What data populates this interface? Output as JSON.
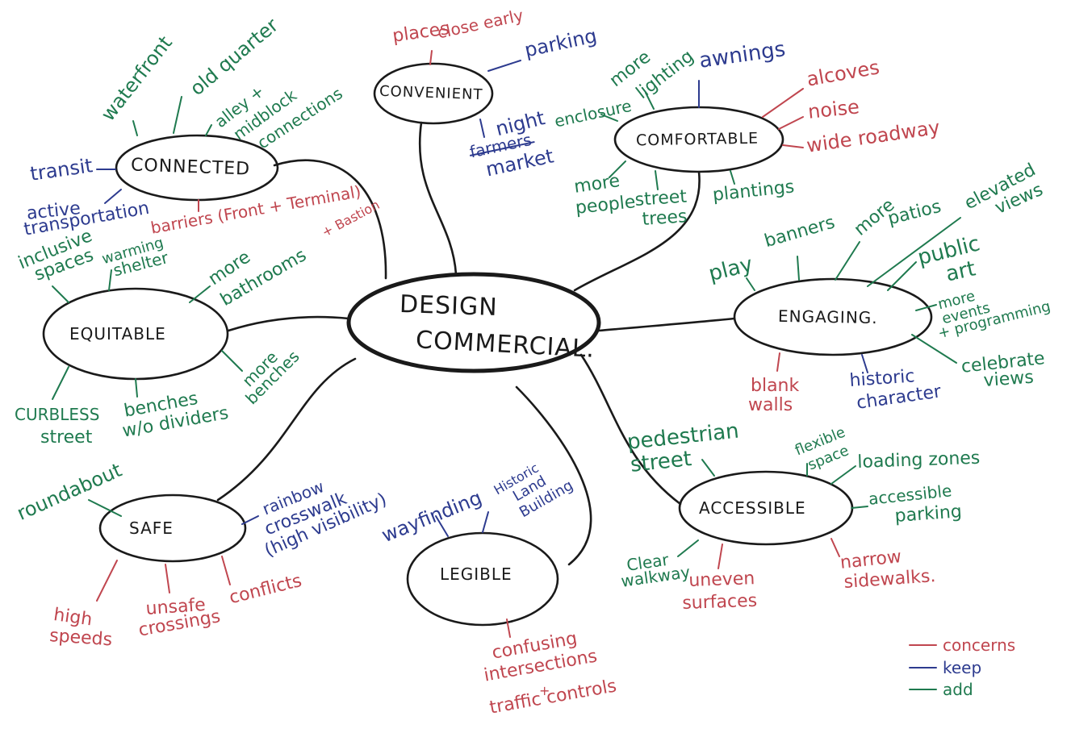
{
  "central": {
    "line1": "DESIGN",
    "line2": "COMMERCIAL."
  },
  "nodes": {
    "convenient": "CONVENIENT",
    "connected": "CONNECTED",
    "comfortable": "COMFORTABLE",
    "equitable": "EQUITABLE",
    "engaging": "ENGAGING.",
    "safe": "SAFE",
    "legible": "LEGIBLE",
    "accessible": "ACCESSIBLE"
  },
  "convenient_items": {
    "places": "places",
    "close_early": "close early",
    "parking": "parking",
    "night": "night",
    "farmers": "farmers",
    "market": "market"
  },
  "connected_items": {
    "waterfront": "waterfront",
    "old_quarter": "old quarter",
    "alley": "alley +",
    "midblock": "midblock",
    "connections": "connections",
    "transit": "transit",
    "active": "active",
    "transportation": "transportation",
    "barriers": "barriers (Front + Terminal)",
    "bastion": "+ Bastion"
  },
  "comfortable_items": {
    "more_lighting_1": "more",
    "more_lighting_2": "lighting",
    "awnings": "awnings",
    "alcoves": "alcoves",
    "noise": "noise",
    "wide_roadway": "wide roadway",
    "enclosure": "enclosure",
    "more_people_1": "more",
    "more_people_2": "people",
    "street_trees_1": "street",
    "street_trees_2": "trees",
    "plantings": "plantings"
  },
  "equitable_items": {
    "inclusive_1": "inclusive",
    "inclusive_2": "spaces",
    "warming_1": "warming",
    "warming_2": "shelter",
    "bathrooms_1": "more",
    "bathrooms_2": "bathrooms",
    "curbless_1": "CURBLESS",
    "curbless_2": "street",
    "benches_1": "benches",
    "benches_2": "w/o dividers",
    "more_benches_1": "more",
    "more_benches_2": "benches"
  },
  "engaging_items": {
    "play": "play",
    "banners": "banners",
    "more_patios_1": "more",
    "more_patios_2": "patios",
    "elevated_1": "elevated",
    "elevated_2": "views",
    "public_art_1": "public",
    "public_art_2": "art",
    "events_1": "more",
    "events_2": "events",
    "events_3": "+ programming",
    "celebrate_1": "celebrate",
    "celebrate_2": "views",
    "blank_1": "blank",
    "blank_2": "walls",
    "historic_1": "historic",
    "historic_2": "character"
  },
  "accessible_items": {
    "pedestrian_1": "pedestrian",
    "pedestrian_2": "street",
    "flexible_1": "flexible",
    "flexible_2": "space",
    "loading": "loading zones",
    "acc_parking_1": "accessible",
    "acc_parking_2": "parking",
    "clear_1": "Clear",
    "clear_2": "walkway",
    "uneven_1": "uneven",
    "uneven_2": "surfaces",
    "narrow_1": "narrow",
    "narrow_2": "sidewalks."
  },
  "safe_items": {
    "roundabout": "roundabout",
    "rainbow_1": "rainbow",
    "rainbow_2": "crosswalk",
    "rainbow_3": "(high visibility)",
    "high_1": "high",
    "high_2": "speeds",
    "unsafe_1": "unsafe",
    "unsafe_2": "crossings",
    "conflicts": "conflicts"
  },
  "legible_items": {
    "wayfinding": "wayfinding",
    "historic_land_1": "Historic",
    "historic_land_2": "Land",
    "historic_land_3": "Building",
    "confusing_1": "confusing",
    "confusing_2": "intersections",
    "confusing_3": "+",
    "confusing_4": "traffic controls"
  },
  "legend": {
    "concerns": "concerns",
    "keep": "keep",
    "add": "add"
  },
  "colors": {
    "concerns": "#c0464f",
    "keep": "#2d3b8f",
    "add": "#1f7a4f",
    "ink": "#1a1a1a"
  }
}
